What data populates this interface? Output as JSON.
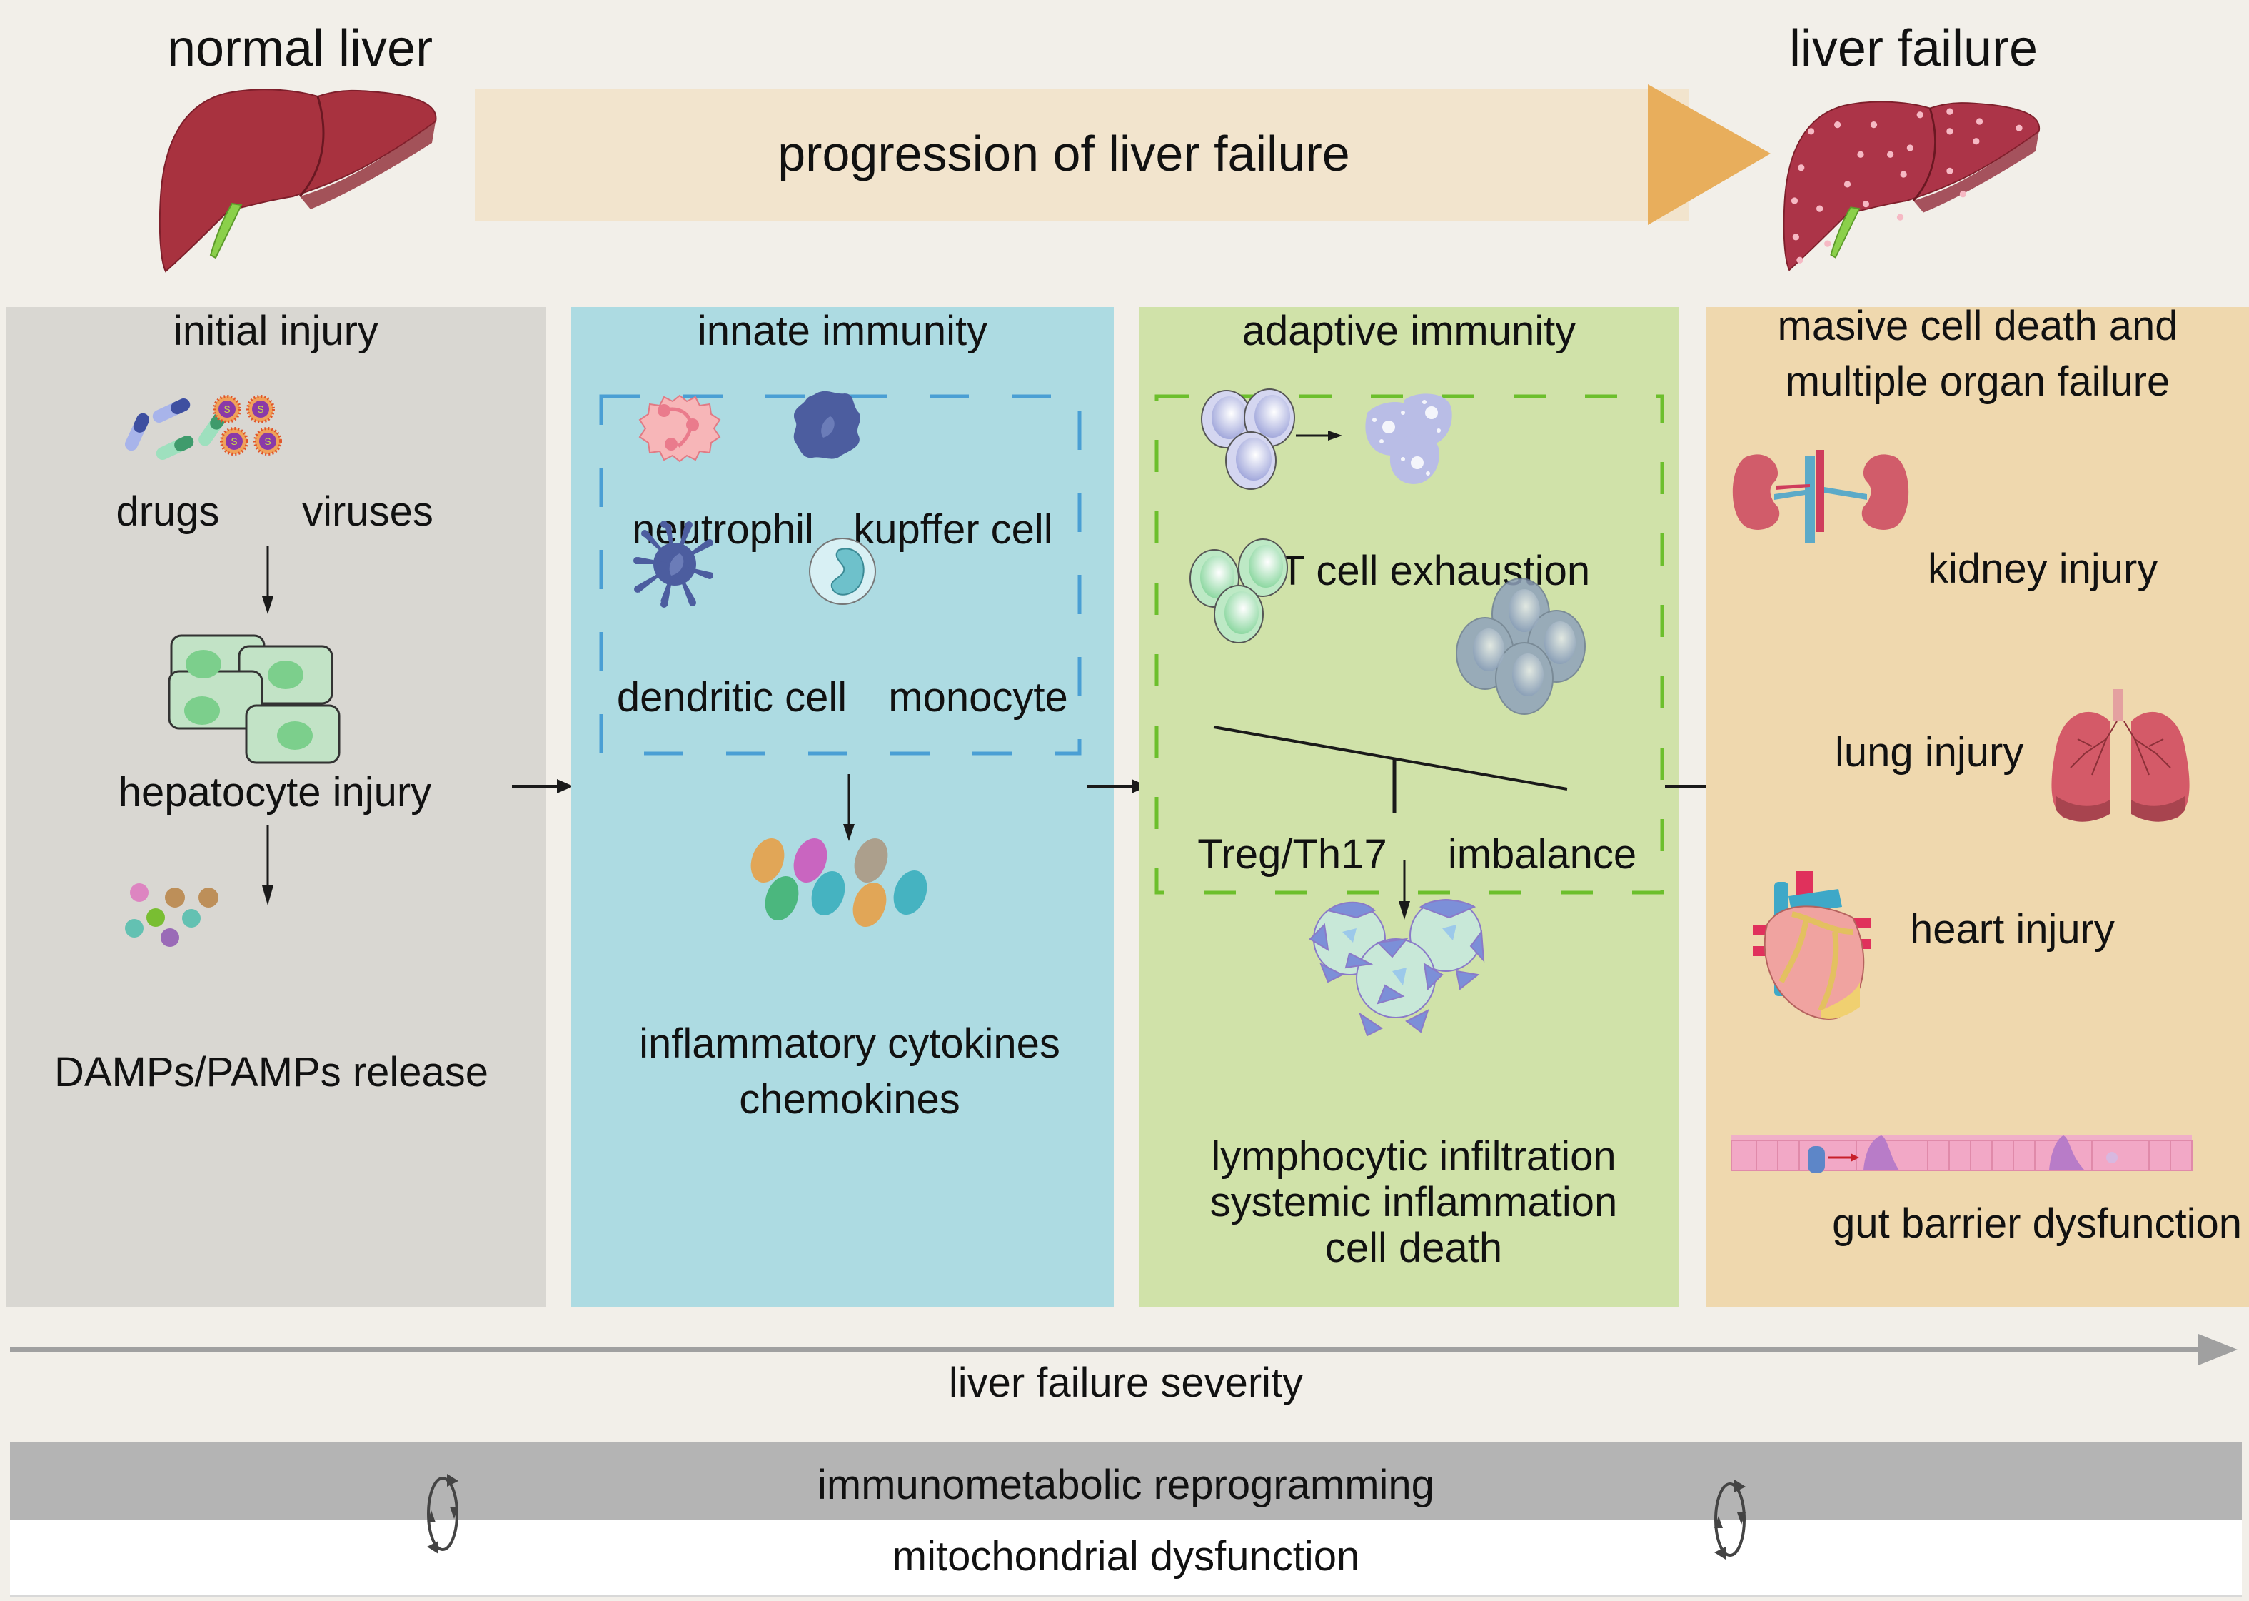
{
  "header": {
    "left_title": "normal liver",
    "right_title": "liver failure",
    "progression_label": "progression of liver failure"
  },
  "colors": {
    "background": "#f2efe9",
    "progression_banner": "#f2e4cd",
    "progression_arrowhead": "#e8ae5c",
    "liver": "#a8323f",
    "initial_injury_panel": "#d9d7d2",
    "innate_immunity_panel": "#addbe2",
    "adaptive_immunity_panel": "#d0e2a9",
    "organ_failure_panel": "#efd8ae",
    "innate_dash": "#4a9fd4",
    "adaptive_dash": "#6cbf2c",
    "severity_arrow": "#a0a0a0",
    "reprogramming_band": "#b4b4b4",
    "mitochondrial_band": "#ffffff"
  },
  "panels": [
    {
      "id": "initial-injury",
      "title": "initial injury",
      "items": {
        "drugs": "drugs",
        "viruses": "viruses",
        "hepatocyte": "hepatocyte injury",
        "damps": "DAMPs/PAMPs release"
      }
    },
    {
      "id": "innate-immunity",
      "title": "innate immunity",
      "items": {
        "neutrophil": "neutrophil",
        "kupffer": "kupffer cell",
        "dendritic": "dendritic cell",
        "monocyte": "monocyte",
        "cytokines_line1": "inflammatory cytokines",
        "cytokines_line2": "chemokines"
      }
    },
    {
      "id": "adaptive-immunity",
      "title": "adaptive immunity",
      "items": {
        "exhaustion": "T cell exhaustion",
        "treg": "Treg/Th17",
        "imbalance": "imbalance",
        "outcome_line1": "lymphocytic infiltration",
        "outcome_line2": "systemic inflammation",
        "outcome_line3": "cell death"
      }
    },
    {
      "id": "organ-failure",
      "title_line1": "masive cell death and",
      "title_line2": "multiple organ failure",
      "items": {
        "kidney": "kidney injury",
        "lung": "lung injury",
        "heart": "heart injury",
        "gut": "gut barrier dysfunction"
      }
    }
  ],
  "footer": {
    "severity_label": "liver failure severity",
    "reprogramming_label": "immunometabolic reprogramming",
    "mitochondrial_label": "mitochondrial dysfunction"
  }
}
